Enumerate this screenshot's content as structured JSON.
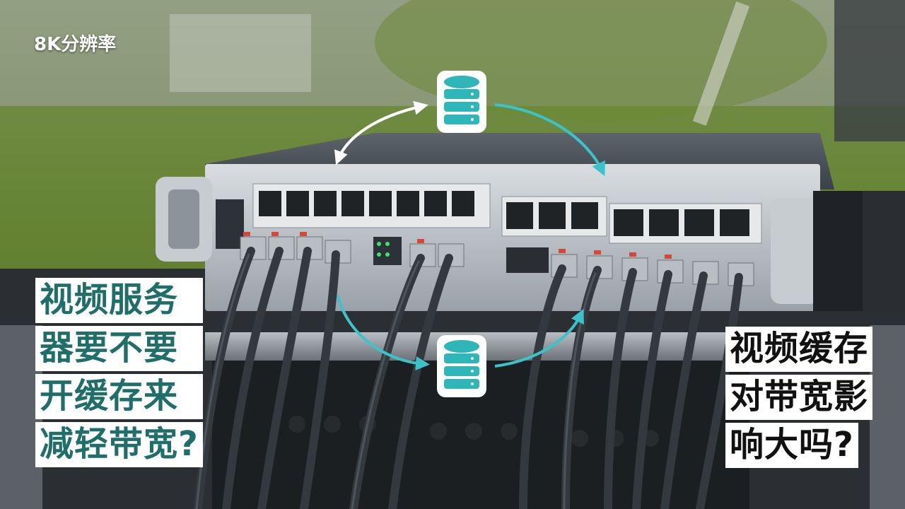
{
  "badge": "8K分辨率",
  "left_caption": {
    "lines": [
      "视频服务",
      "器要不要",
      "开缓存来",
      "减轻带宽?"
    ],
    "color": "#1f6e6a"
  },
  "right_caption": {
    "lines": [
      "视频缓存",
      "对带宽影",
      "响大吗?"
    ],
    "color": "#111111"
  },
  "colors": {
    "accent_teal": "#3cc3c9",
    "arrow_white": "#ffffff",
    "icon_fill": "#2fb6b8"
  },
  "icons": [
    "database-icon",
    "database-icon"
  ]
}
